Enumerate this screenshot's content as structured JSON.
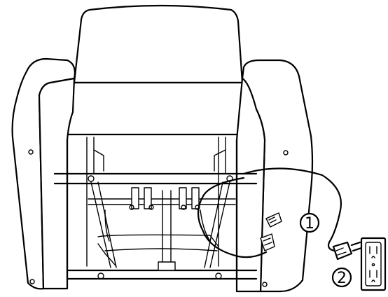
{
  "figure": {
    "subject": "recliner-rear-power-cord-connection",
    "callouts": [
      {
        "id": "step-1",
        "label": "1"
      },
      {
        "id": "step-2",
        "label": "2"
      }
    ],
    "icons": [
      "recliner-chair-illustration",
      "power-cord-icon",
      "plug-icon",
      "wall-outlet-icon"
    ]
  }
}
